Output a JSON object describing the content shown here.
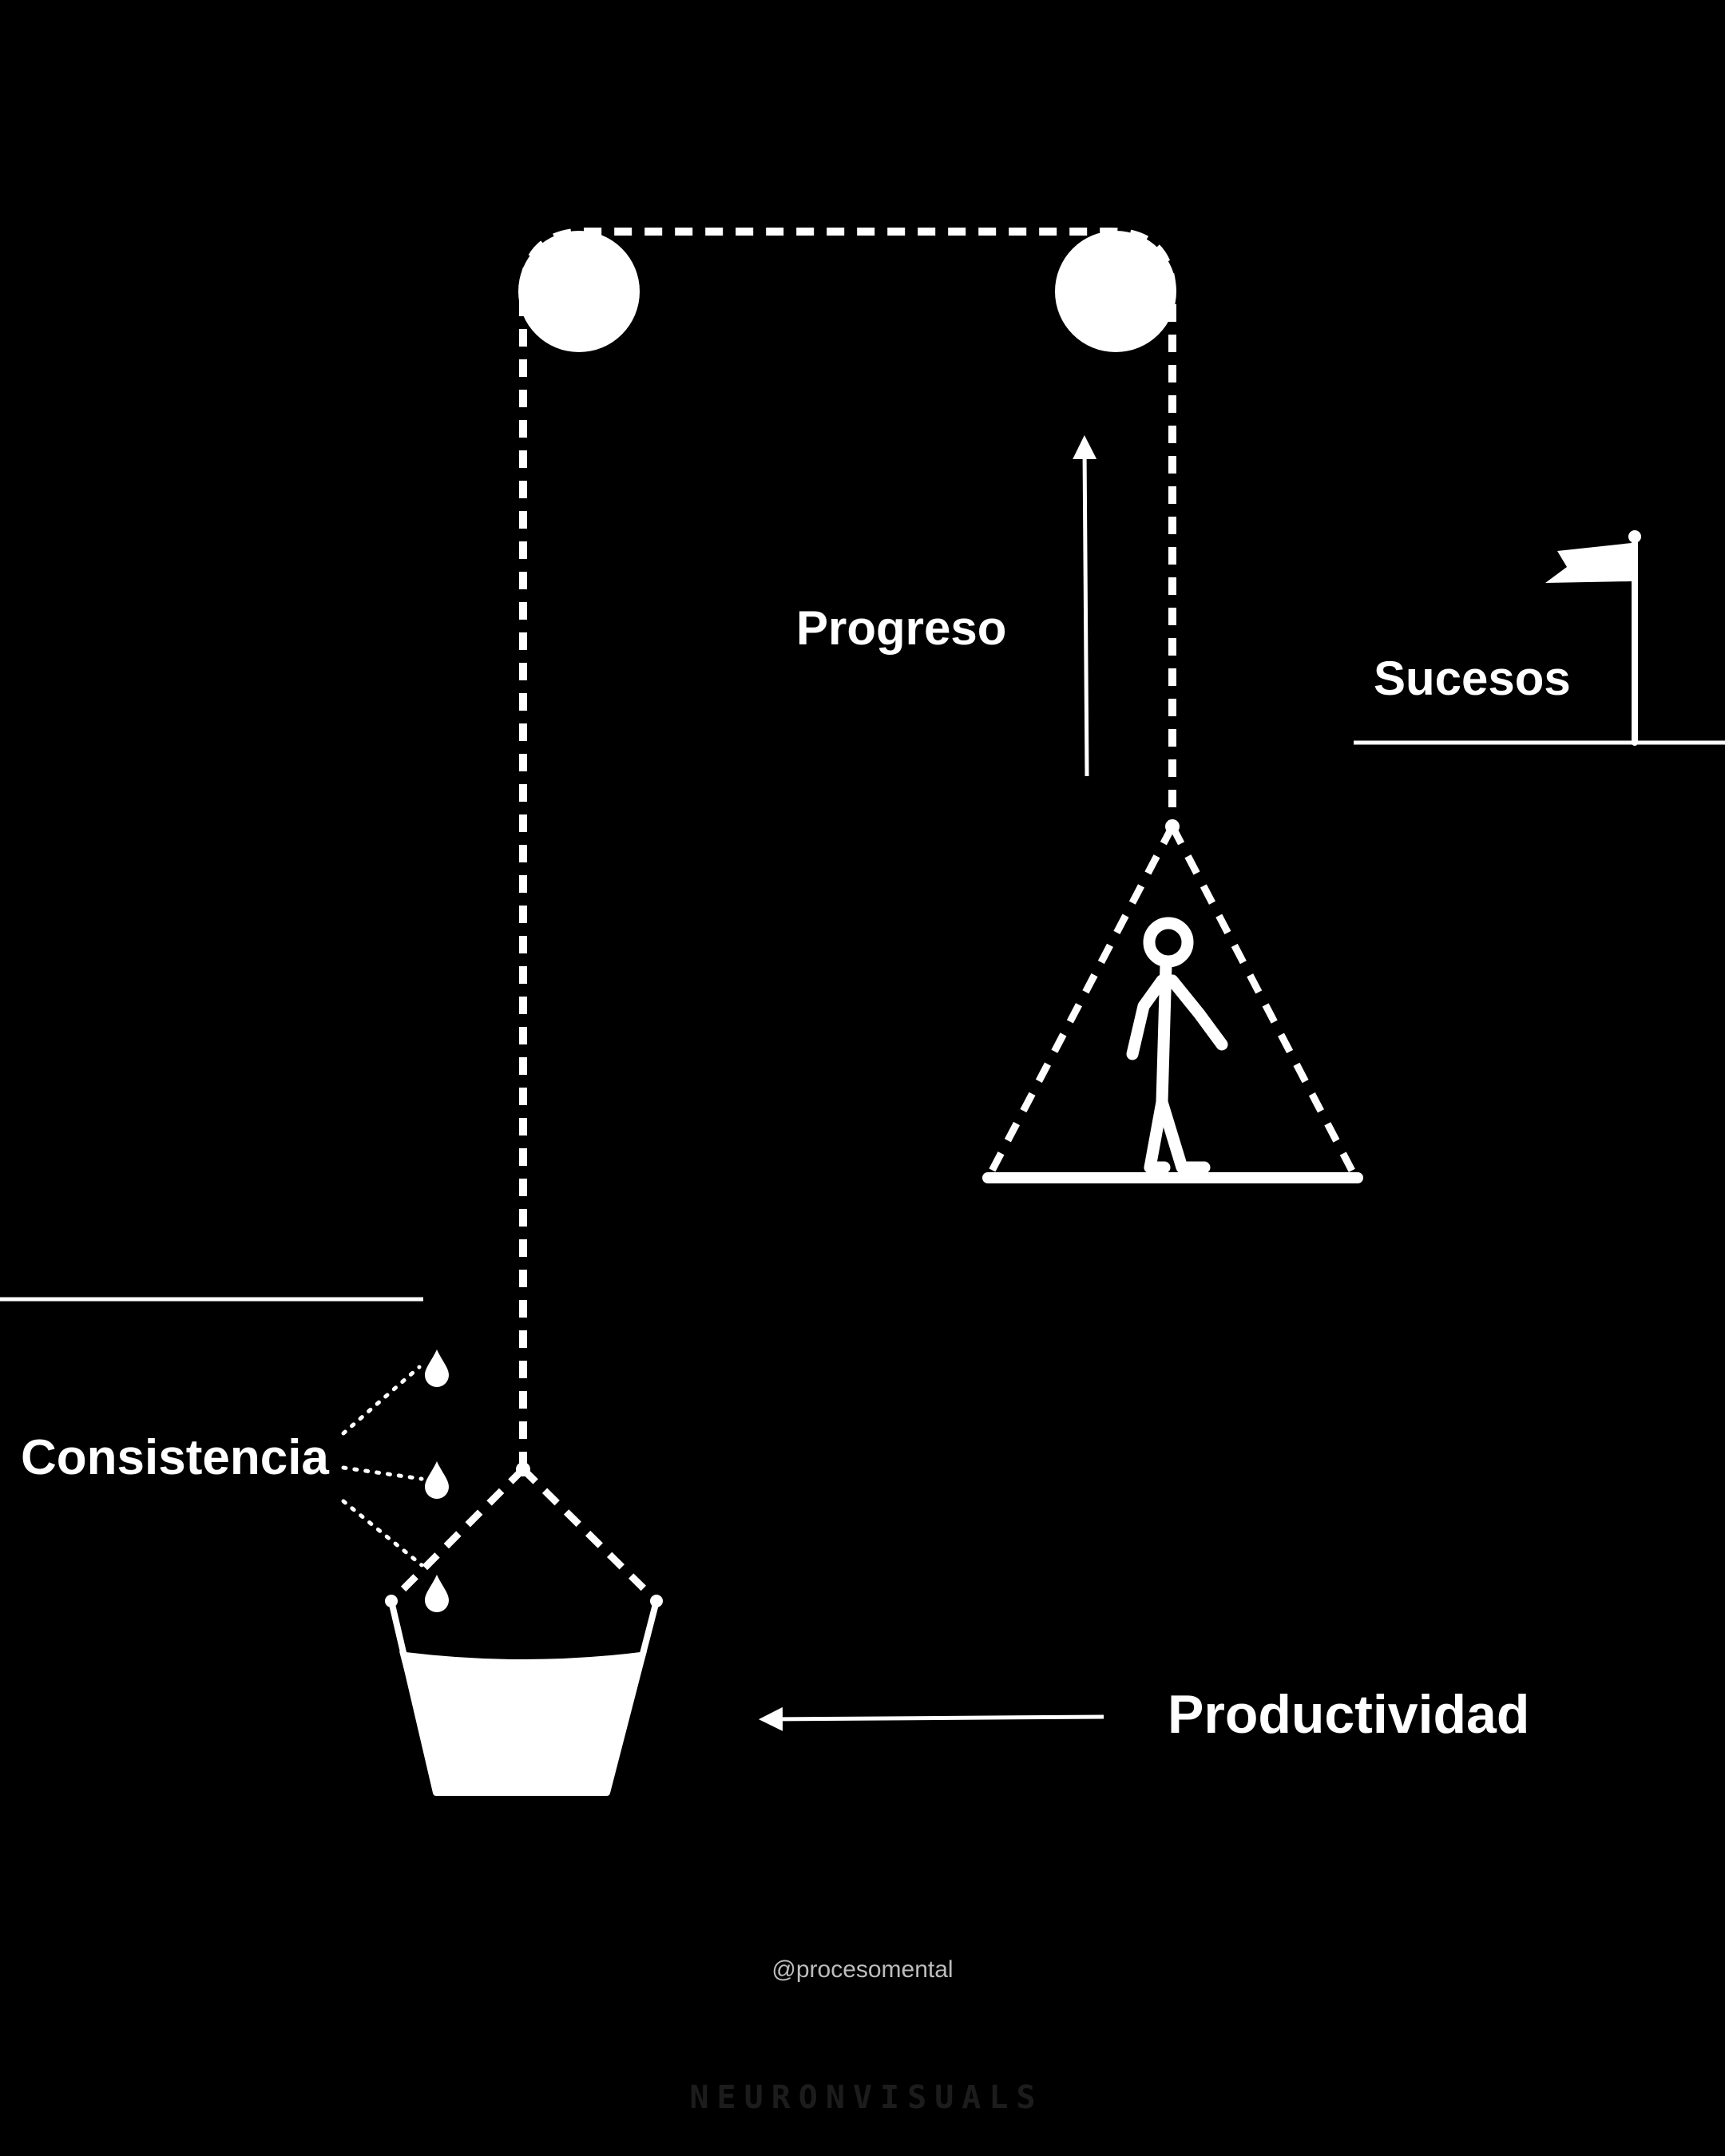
{
  "labels": {
    "progress": "Progreso",
    "events": "Sucesos",
    "consistency": "Consistencia",
    "productivity": "Productividad"
  },
  "credit": "@procesomental",
  "watermark": "NEURONVISUALS",
  "colors": {
    "background": "#000000",
    "foreground": "#ffffff",
    "credit": "#bdbdbd",
    "watermark": "#1c1c1c"
  }
}
